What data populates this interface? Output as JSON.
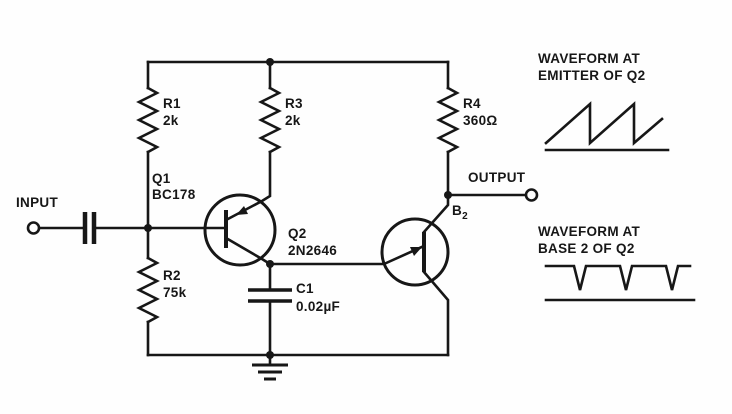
{
  "diagram": {
    "kind": "circuit-schematic",
    "ink_color": "#171717",
    "background_color": "#fefefe"
  },
  "terminals": {
    "input_label": "INPUT",
    "output_label": "OUTPUT",
    "b2_main": "B",
    "b2_sub": "2"
  },
  "components": {
    "r1": {
      "ref": "R1",
      "value": "2k"
    },
    "r2": {
      "ref": "R2",
      "value": "75k"
    },
    "r3": {
      "ref": "R3",
      "value": "2k"
    },
    "r4": {
      "ref": "R4",
      "value": "360Ω"
    },
    "c1": {
      "ref": "C1",
      "value": "0.02µF"
    },
    "q1": {
      "ref": "Q1",
      "value": "BC178"
    },
    "q2": {
      "ref": "Q2",
      "value": "2N2646"
    }
  },
  "annotations": {
    "emitter_waveform": {
      "line1": "WAVEFORM AT",
      "line2": "EMITTER OF Q2"
    },
    "base2_waveform": {
      "line1": "WAVEFORM AT",
      "line2": "BASE 2 OF Q2"
    }
  }
}
